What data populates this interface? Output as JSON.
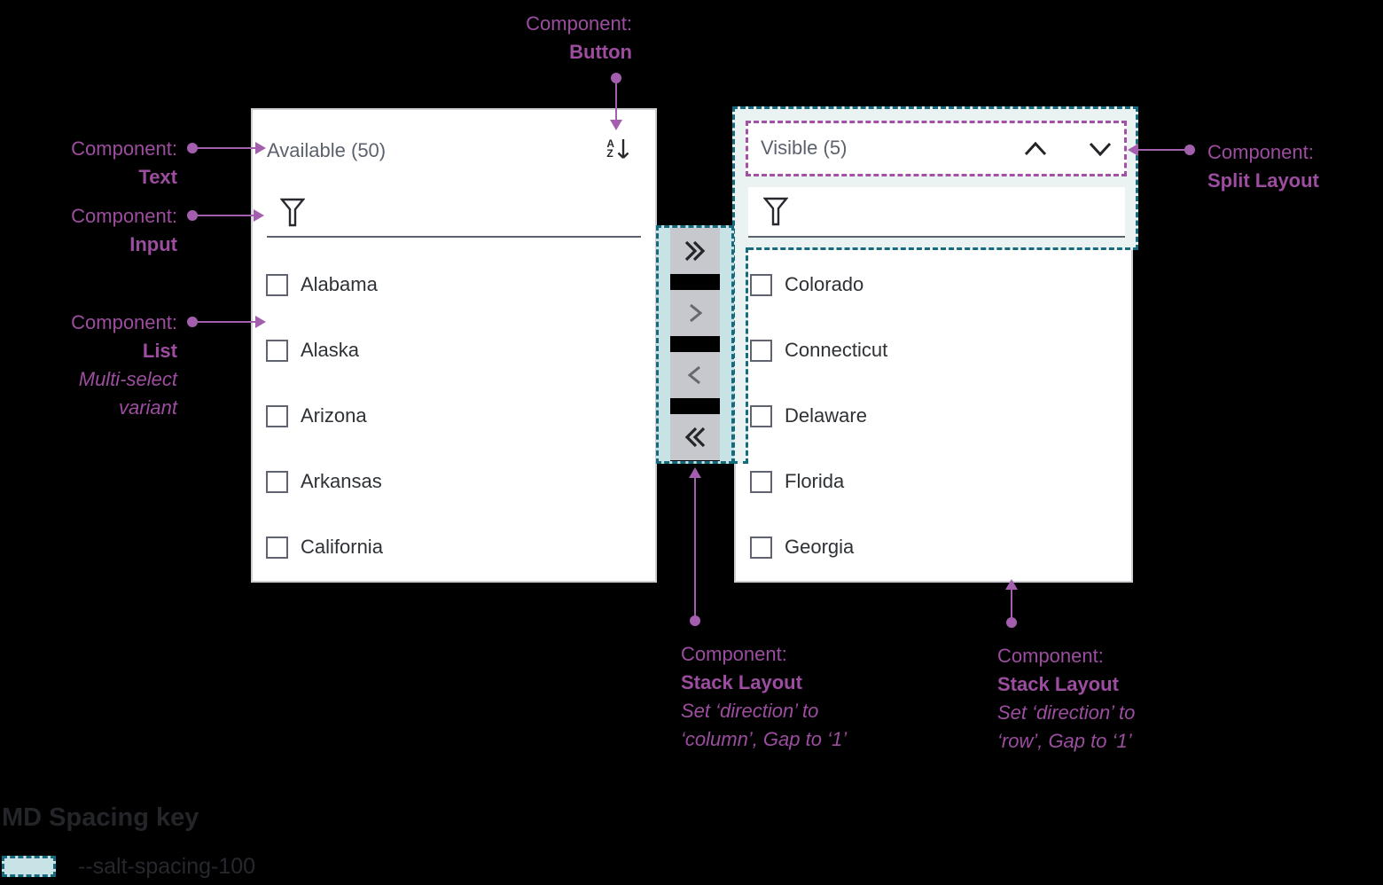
{
  "colors": {
    "background": "#000000",
    "annotation_purple": "#9C4D9F",
    "connector_purple": "#A35FAD",
    "split_dashed_purple": "#A44FA8",
    "spacing_teal_border": "#17697E",
    "spacing_teal_fill": "#C8E3E5",
    "spacing_teal_fill_light": "#EAF2F2",
    "panel_border": "#CDCFD4",
    "header_text": "#5C626D",
    "item_text": "#2E3135",
    "transfer_button_gray": "#C6C8CD"
  },
  "annotations": {
    "button": {
      "prefix": "Component:",
      "name": "Button"
    },
    "text": {
      "prefix": "Component:",
      "name": "Text"
    },
    "input": {
      "prefix": "Component:",
      "name": "Input"
    },
    "list": {
      "prefix": "Component:",
      "name": "List",
      "note1": "Multi-select",
      "note2": "variant"
    },
    "split_layout": {
      "prefix": "Component:",
      "name": "Split Layout"
    },
    "stack_layout_column": {
      "prefix": "Component:",
      "name": "Stack Layout",
      "note1": "Set ‘direction’ to",
      "note2": "‘column’, Gap to ‘1’"
    },
    "stack_layout_row": {
      "prefix": "Component:",
      "name": "Stack Layout",
      "note1": "Set ‘direction’ to",
      "note2": "‘row’, Gap to ‘1’"
    }
  },
  "available_list": {
    "title": "Available (50)",
    "sort_icon": "az-sort-descending-icon",
    "filter_icon": "funnel-icon",
    "items": [
      "Alabama",
      "Alaska",
      "Arizona",
      "Arkansas",
      "California"
    ]
  },
  "visible_list": {
    "title": "Visible (5)",
    "up_icon": "chevron-up-icon",
    "down_icon": "chevron-down-icon",
    "filter_icon": "funnel-icon",
    "items": [
      "Colorado",
      "Connecticut",
      "Delaware",
      "Florida",
      "Georgia"
    ]
  },
  "transfer_buttons": [
    {
      "name": "move-all-right",
      "icon": "double-chevron-right"
    },
    {
      "name": "move-right",
      "icon": "chevron-right"
    },
    {
      "name": "move-left",
      "icon": "chevron-left"
    },
    {
      "name": "move-all-left",
      "icon": "double-chevron-left"
    }
  ],
  "spacing_key": {
    "title": "MD Spacing key",
    "token_label": "--salt-spacing-100"
  }
}
